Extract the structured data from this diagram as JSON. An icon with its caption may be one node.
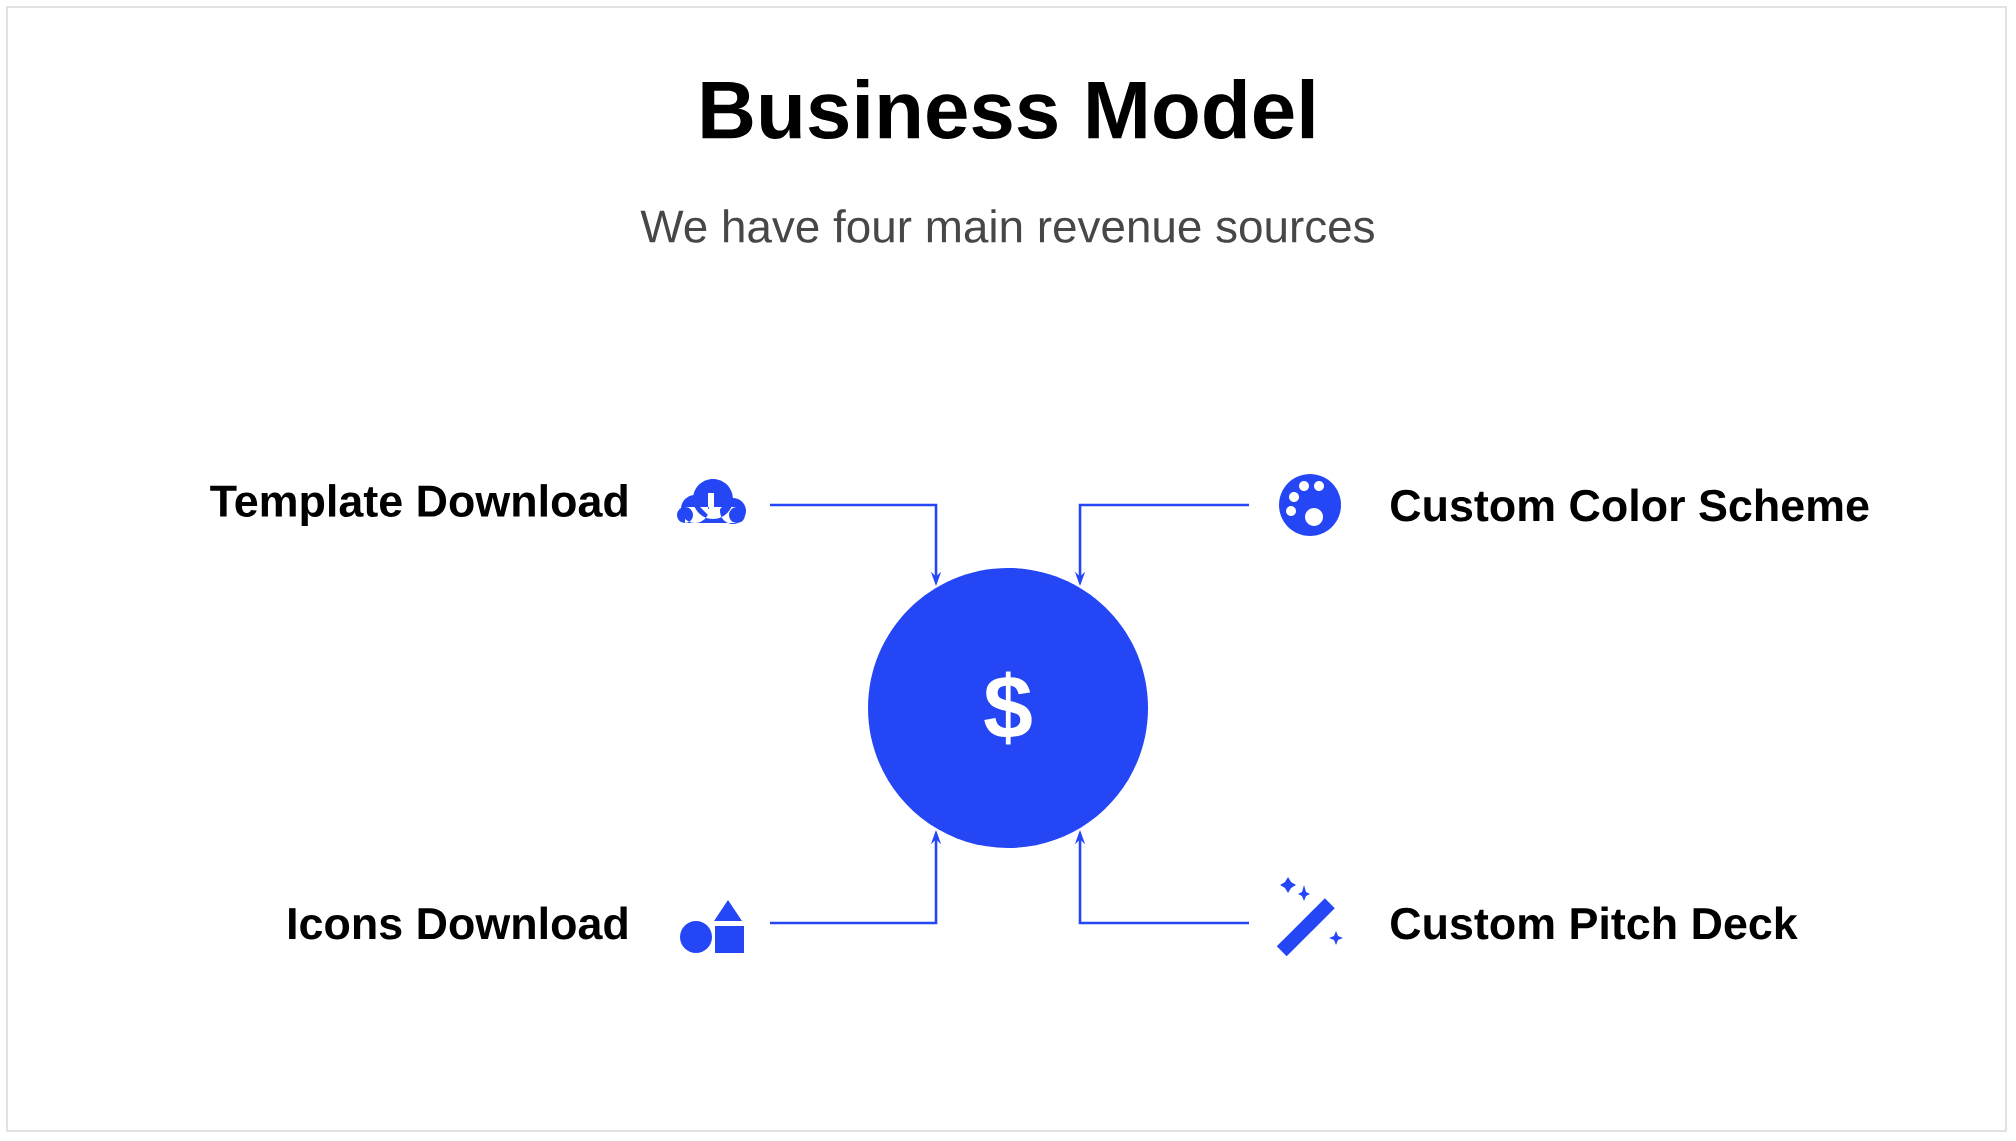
{
  "diagram": {
    "title": "Business Model",
    "caption": "We have four main revenue sources",
    "nodes": [
      {
        "text": [
          "Template Download"
        ]
      },
      {
        "text": [
          "Custom Color Scheme"
        ]
      },
      {
        "text": [
          "$"
        ]
      },
      {
        "text": [
          "Icons Download"
        ]
      },
      {
        "text": [
          "Custom Pitch Deck"
        ]
      }
    ],
    "edges": [
      {
        "from": 0,
        "to": 2,
        "arrow": "to"
      },
      {
        "from": 1,
        "to": 2,
        "arrow": "to"
      },
      {
        "from": 3,
        "to": 2,
        "arrow": "to"
      },
      {
        "from": 4,
        "to": 2,
        "arrow": "to"
      }
    ]
  }
}
